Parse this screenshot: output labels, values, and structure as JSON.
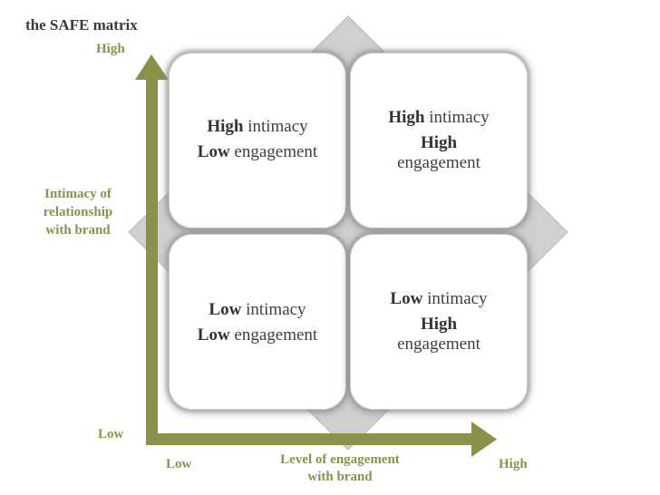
{
  "title": "the SAFE matrix",
  "axes": {
    "y_high": "High",
    "y_low": "Low",
    "y_label_lines": [
      "Intimacy of",
      "relationship",
      "with brand"
    ],
    "x_low": "Low",
    "x_high": "High",
    "x_label_lines": [
      "Level of engagement",
      "with brand"
    ]
  },
  "quadrants": {
    "top_left": {
      "line1_bold": "High",
      "line1_rest": " intimacy",
      "line2_bold": "Low",
      "line2_rest": " engagement"
    },
    "top_right": {
      "line1_bold": "High",
      "line1_rest": " intimacy",
      "line2_bold": "High",
      "line3": "engagement"
    },
    "bottom_left": {
      "line1_bold": "Low",
      "line1_rest": " intimacy",
      "line2_bold": "Low",
      "line2_rest": " engagement"
    },
    "bottom_right": {
      "line1_bold": "Low",
      "line1_rest": " intimacy",
      "line2_bold": "High",
      "line3": "engagement"
    }
  },
  "colors": {
    "axis": "#8b914a",
    "diamond": "#d0d0d0",
    "title": "#3a3a3a"
  }
}
